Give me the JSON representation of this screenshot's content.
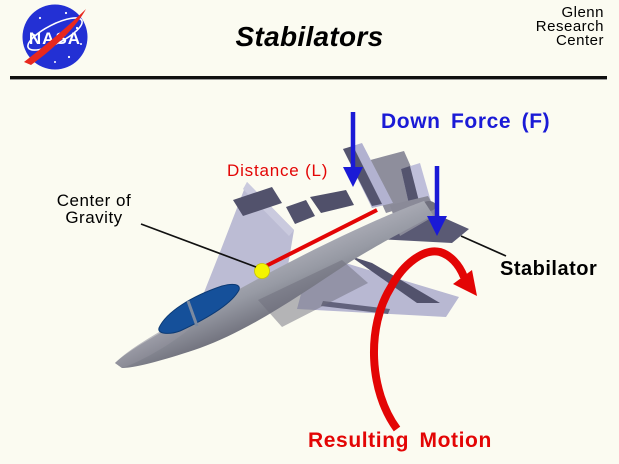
{
  "page": {
    "background_color": "#fbfbf1",
    "description": "NASA Glenn Research Center educational slide: Stabilators"
  },
  "header": {
    "title": "Stabilators",
    "org": {
      "line1": "Glenn",
      "line2": "Research",
      "line3": "Center"
    },
    "logo": {
      "name": "nasa-meatball-logo",
      "text": "NASA",
      "colors": {
        "disc": "#2330d4",
        "swoosh": "#e8281e",
        "lettering": "#ffffff"
      }
    }
  },
  "diagram": {
    "subject": "Twin-tail fighter jet seen from upper front-left, nose pointing lower-left",
    "labels": {
      "down_force": {
        "text": "Down Force (F)",
        "color": "#1a1ad6"
      },
      "distance": {
        "text": "Distance (L)",
        "color": "#e30505"
      },
      "center_of_gravity": {
        "line1": "Center of",
        "line2": "Gravity",
        "color": "#000000"
      },
      "stabilator": {
        "text": "Stabilator",
        "color": "#000000"
      },
      "resulting_motion": {
        "text": "Resulting Motion",
        "color": "#e30505"
      }
    },
    "colors": {
      "annotation_red": "#e30505",
      "annotation_blue": "#1a1ad6",
      "cg_marker_yellow": "#f4f400",
      "wing_lavender": "#bcbcd4",
      "wing_band_dark": "#52526c",
      "fuselage_gray": "#979aa4",
      "canopy_blue": "#15509a"
    }
  }
}
